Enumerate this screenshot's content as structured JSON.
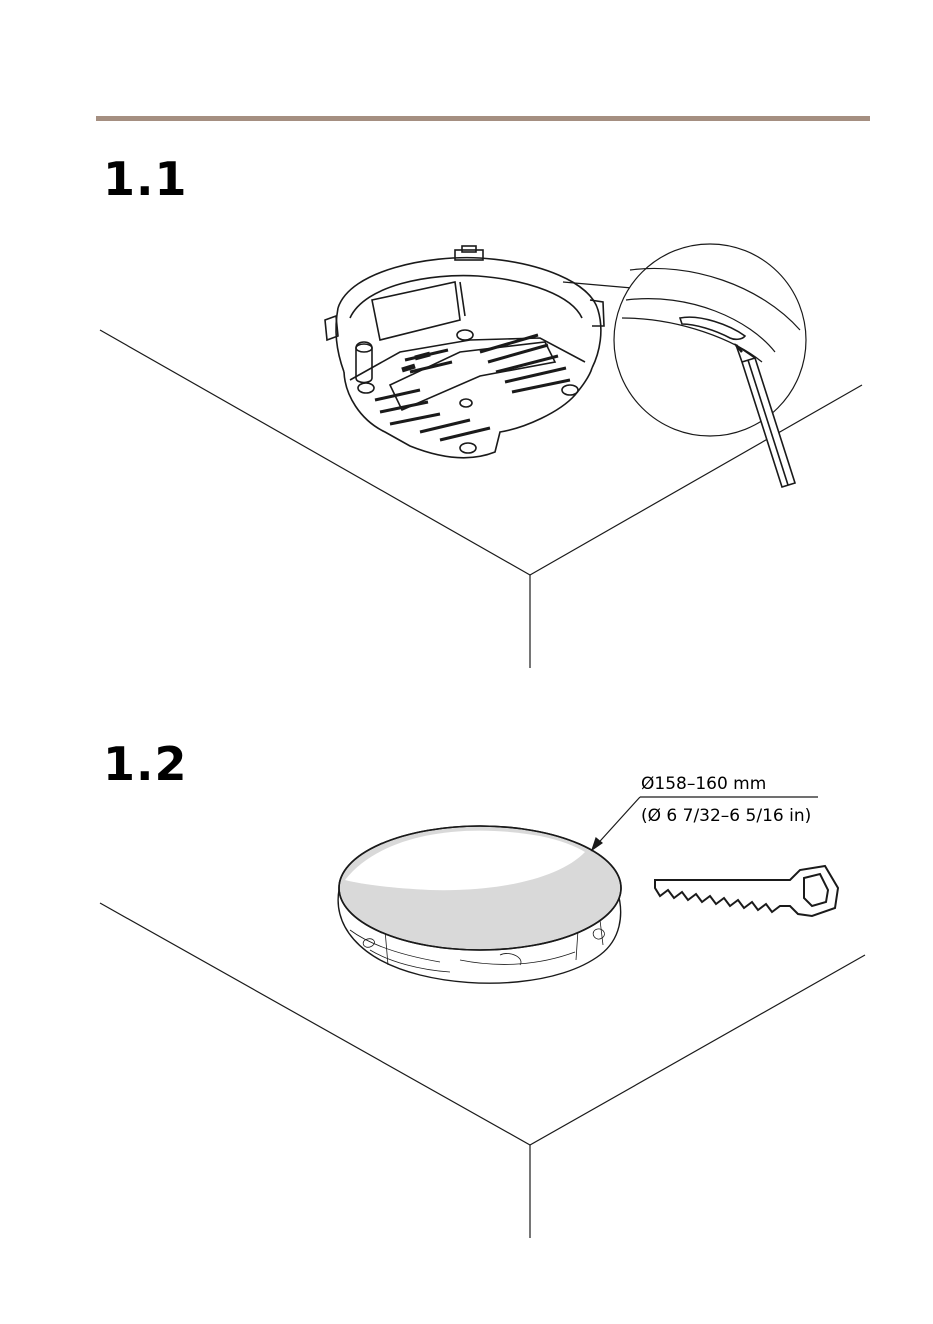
{
  "page": {
    "rule_color": "#a58f81",
    "line_color": "#1a1a1a",
    "fill_color": "#d9d9d9"
  },
  "steps": [
    {
      "number": "1.1",
      "figure": {
        "icons": [
          "ceiling-surface",
          "mounting-bracket",
          "detail-magnifier",
          "pencil-icon"
        ]
      }
    },
    {
      "number": "1.2",
      "figure": {
        "icons": [
          "ceiling-surface",
          "cut-hole",
          "saw-icon"
        ],
        "dimension_mm": "Ø158–160 mm",
        "dimension_in": "(Ø 6 7/32–6 5/16 in)"
      }
    }
  ]
}
